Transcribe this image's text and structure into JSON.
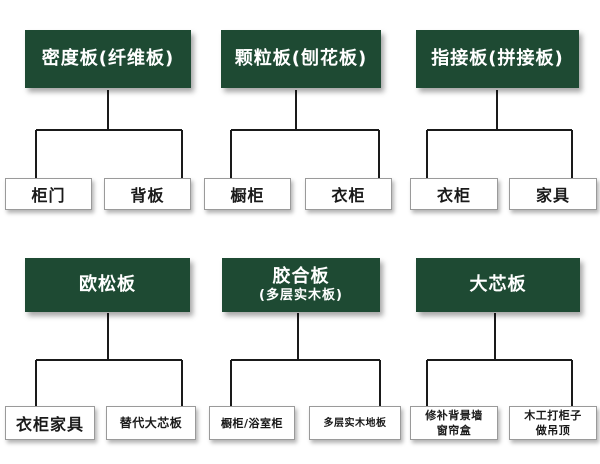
{
  "groups": [
    {
      "title": "密度板(纤维板)",
      "subtitle": "",
      "leaves": [
        {
          "line1": "柜门",
          "line2": ""
        },
        {
          "line1": "背板",
          "line2": ""
        }
      ]
    },
    {
      "title": "颗粒板(刨花板)",
      "subtitle": "",
      "leaves": [
        {
          "line1": "橱柜",
          "line2": ""
        },
        {
          "line1": "衣柜",
          "line2": ""
        }
      ]
    },
    {
      "title": "指接板(拼接板)",
      "subtitle": "",
      "leaves": [
        {
          "line1": "衣柜",
          "line2": ""
        },
        {
          "line1": "家具",
          "line2": ""
        }
      ]
    },
    {
      "title": "欧松板",
      "subtitle": "",
      "leaves": [
        {
          "line1": "衣柜家具",
          "line2": ""
        },
        {
          "line1": "替代大芯板",
          "line2": ""
        }
      ]
    },
    {
      "title": "胶合板",
      "subtitle": "(多层实木板)",
      "leaves": [
        {
          "line1": "橱柜/浴室柜",
          "line2": ""
        },
        {
          "line1": "多层实木地板",
          "line2": ""
        }
      ]
    },
    {
      "title": "大芯板",
      "subtitle": "",
      "leaves": [
        {
          "line1": "修补背景墙",
          "line2": "窗帘盒"
        },
        {
          "line1": "木工打柜子",
          "line2": "做吊顶"
        }
      ]
    }
  ],
  "colors": {
    "header_bg": "#1e4a33",
    "line": "#1a1a1a"
  }
}
